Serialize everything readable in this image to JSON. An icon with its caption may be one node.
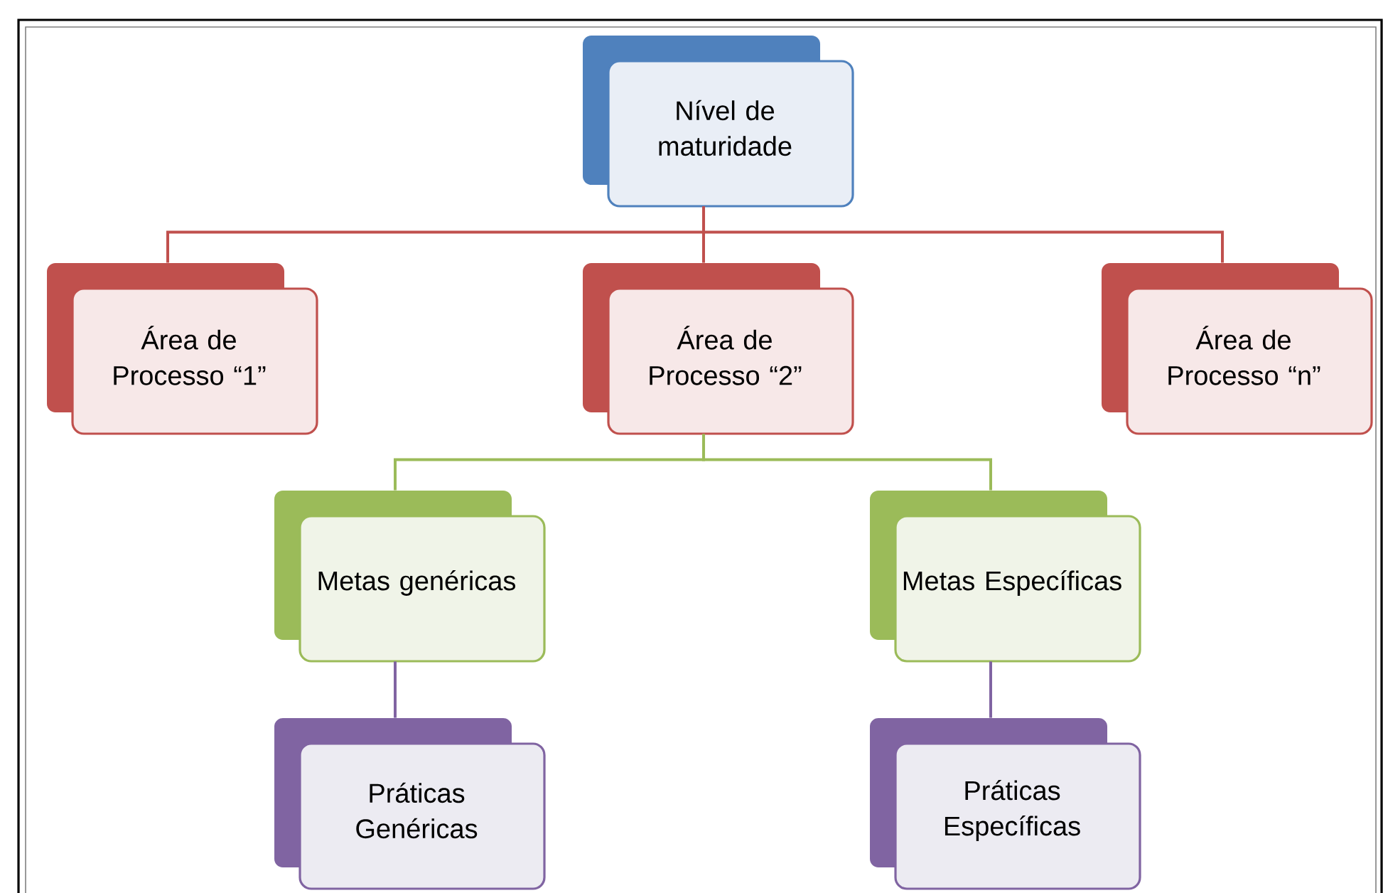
{
  "diagram": {
    "nodes": [
      {
        "text": [
          "Nível de maturidade"
        ]
      },
      {
        "text": [
          "Área de Processo “1”"
        ]
      },
      {
        "text": [
          "Área de Processo “2”"
        ]
      },
      {
        "text": [
          "Área de Processo “n”"
        ]
      },
      {
        "text": [
          "Metas genéricas"
        ]
      },
      {
        "text": [
          "Metas Específicas"
        ]
      },
      {
        "text": [
          "Práticas Genéricas"
        ]
      },
      {
        "text": [
          "Práticas Específicas"
        ]
      }
    ],
    "edges": [
      {
        "from": 0,
        "to": 1,
        "arrow": "none",
        "color": "#c0504d"
      },
      {
        "from": 0,
        "to": 2,
        "arrow": "none",
        "color": "#c0504d"
      },
      {
        "from": 0,
        "to": 3,
        "arrow": "none",
        "color": "#c0504d"
      },
      {
        "from": 2,
        "to": 4,
        "arrow": "none",
        "color": "#9bbb59"
      },
      {
        "from": 2,
        "to": 5,
        "arrow": "none",
        "color": "#9bbb59"
      },
      {
        "from": 4,
        "to": 6,
        "arrow": "none",
        "color": "#8064a2"
      },
      {
        "from": 5,
        "to": 7,
        "arrow": "none",
        "color": "#8064a2"
      }
    ]
  }
}
